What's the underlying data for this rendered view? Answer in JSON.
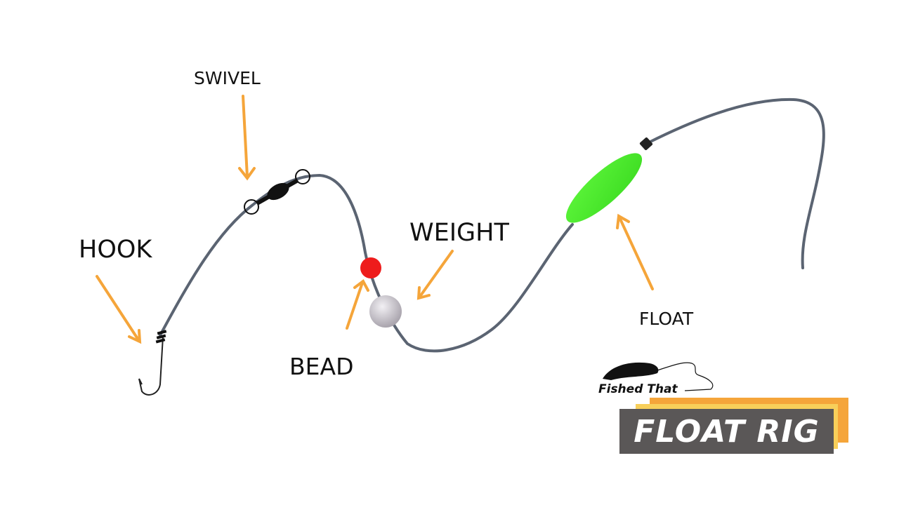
{
  "labels": {
    "swivel": "SWIVEL",
    "hook": "HOOK",
    "weight": "WEIGHT",
    "bead": "BEAD",
    "float": "FLOAT"
  },
  "brand": {
    "logo_text": "Fished That",
    "icon": "fish-icon"
  },
  "title": {
    "text": "FLOAT RIG"
  },
  "colors": {
    "line": "#5b6472",
    "arrow": "#f5a53a",
    "bead": "#ee1c1c",
    "float": "#4cee2c",
    "weight": "#c8c4cc",
    "title_bg": "#5a5757",
    "title_accent_1": "#f5a53a",
    "title_accent_2": "#f8cf5a"
  }
}
